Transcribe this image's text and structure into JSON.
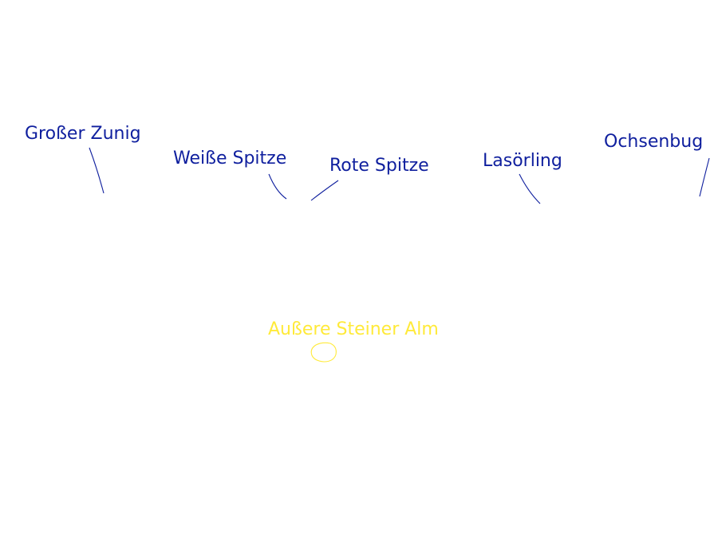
{
  "colors": {
    "background": "#ffffff",
    "peak_label": "#0f1f9e",
    "peak_leader_line": "#0f1f9e",
    "place_label": "#ffea3a",
    "place_marker": "#ffea3a"
  },
  "peaks": [
    {
      "id": "grosser-zunig",
      "name": "Großer Zunig"
    },
    {
      "id": "weisse-spitze",
      "name": "Weiße Spitze"
    },
    {
      "id": "rote-spitze",
      "name": "Rote Spitze"
    },
    {
      "id": "lasoerling",
      "name": "Lasörling"
    },
    {
      "id": "ochsenbug",
      "name": "Ochsenbug"
    }
  ],
  "places": [
    {
      "id": "aeussere-steiner-alm",
      "name": "Außere Steiner Alm",
      "marker_icon": "location-circle-icon"
    }
  ]
}
